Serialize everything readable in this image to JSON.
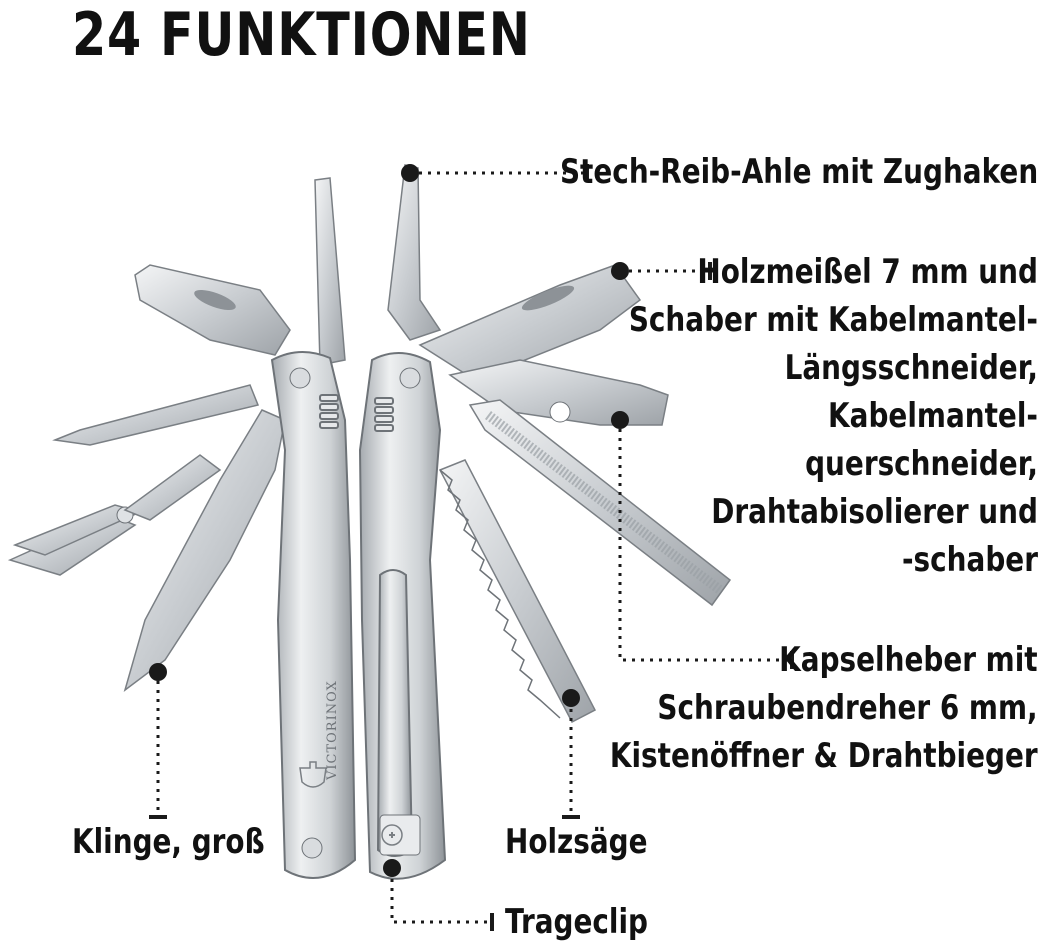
{
  "title": "24 FUNKTIONEN",
  "labels": {
    "awl": "Stech-Reib-Ahle mit Zughaken",
    "chisel": [
      "Holzmeißel 7 mm und",
      "Schaber mit Kabelmantel-",
      "Längsschneider,",
      "Kabelmantel-",
      "querschneider,",
      "Drahtabisolierer und",
      "-schaber"
    ],
    "opener": [
      "Kapselheber mit",
      "Schraubendreher 6 mm,",
      "Kistenöffner & Drahtbieger"
    ],
    "blade": "Klinge, groß",
    "saw": "Holzsäge",
    "clip": "Trageclip"
  },
  "handle_engravings": {
    "brand": "VICTORINOX"
  },
  "colors": {
    "text": "#111111",
    "steel_light": "#e4e6e8",
    "steel_mid": "#b9bdc2",
    "steel_dark": "#6e7378",
    "dot": "#1a1a1a"
  }
}
